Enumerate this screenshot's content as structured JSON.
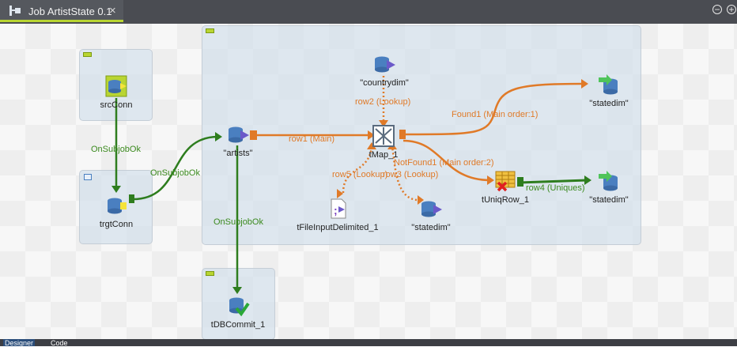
{
  "tab": {
    "title": "Job ArtistState 0.1",
    "close": "×"
  },
  "window": {
    "minimize": "−",
    "add": "+"
  },
  "components": {
    "srcConn": "srcConn",
    "trgtConn": "trgtConn",
    "artists": "\"artists\"",
    "countrydim": "\"countrydim\"",
    "tMap": "tMap_1",
    "tFileInput": "tFileInputDelimited_1",
    "statedim_lookup": "\"statedim\"",
    "statedim_found": "\"statedim\"",
    "statedim_uniques": "\"statedim\"",
    "tUniqRow": "tUniqRow_1",
    "tDBCommit": "tDBCommit_1"
  },
  "links": {
    "onsubjob1": "OnSubjobOk",
    "onsubjob2": "OnSubjobOk",
    "onsubjob3": "OnSubjobOk",
    "row1": "row1 (Main)",
    "row2": "row2 (Lookup)",
    "row5": "row5 (Lookup)",
    "row3": "row3 (Lookup)",
    "found1": "Found1 (Main order:1)",
    "notfound1": "NotFound1 (Main order:2)",
    "row4": "row4 (Uniques)"
  },
  "bottom_tabs": {
    "designer": "Designer",
    "code": "Code"
  },
  "colors": {
    "main_link": "#e07a28",
    "trigger_link": "#2e7d1e",
    "accent": "#b9d532"
  }
}
